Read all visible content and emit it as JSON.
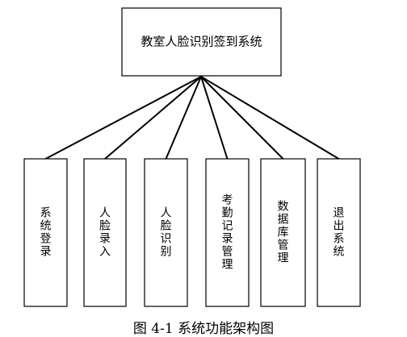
{
  "root": {
    "label": "教室人脸识别签到系统"
  },
  "children": [
    {
      "label": "系统登录"
    },
    {
      "label": "人脸录入"
    },
    {
      "label": "人脸识别"
    },
    {
      "label": "考勤记录管理"
    },
    {
      "label": "数据库管理"
    },
    {
      "label": "退出系统"
    }
  ],
  "caption": "图 4-1  系统功能架构图"
}
